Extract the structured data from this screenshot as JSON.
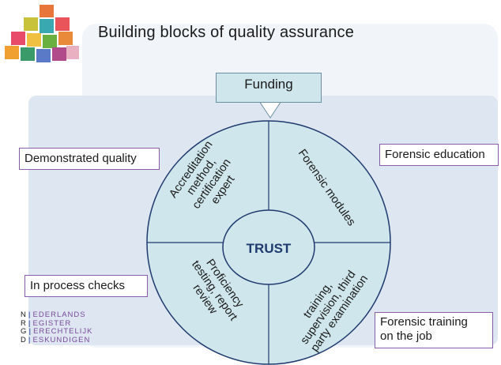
{
  "title": "Building blocks of quality assurance",
  "funding": "Funding",
  "center": "TRUST",
  "quadrants": {
    "top_left": [
      "Accreditation",
      "method,",
      "certification",
      "expert"
    ],
    "top_right": [
      "Forensic modules"
    ],
    "bottom_left": [
      "Proficiency",
      "testing, report",
      "review"
    ],
    "bottom_right": [
      "training,",
      "supervision, third",
      "party examination"
    ]
  },
  "side_labels": {
    "demonstrated_quality": "Demonstrated quality",
    "in_process_checks": "In process checks",
    "forensic_education": "Forensic education",
    "forensic_training": [
      "Forensic training",
      "on the job"
    ]
  },
  "logo": {
    "rows": [
      {
        "initial": "N",
        "rest": "EDERLANDS"
      },
      {
        "initial": "R",
        "rest": "EGISTER"
      },
      {
        "initial": "G",
        "rest": "ERECHTELIJK"
      },
      {
        "initial": "D",
        "rest": "ESKUNDIGEN"
      }
    ]
  },
  "colors": {
    "circle_fill": "#cfe6ec",
    "outline": "#1f3a6e",
    "label_border": "#8a5ea6",
    "center_text": "#1f3a6e"
  }
}
